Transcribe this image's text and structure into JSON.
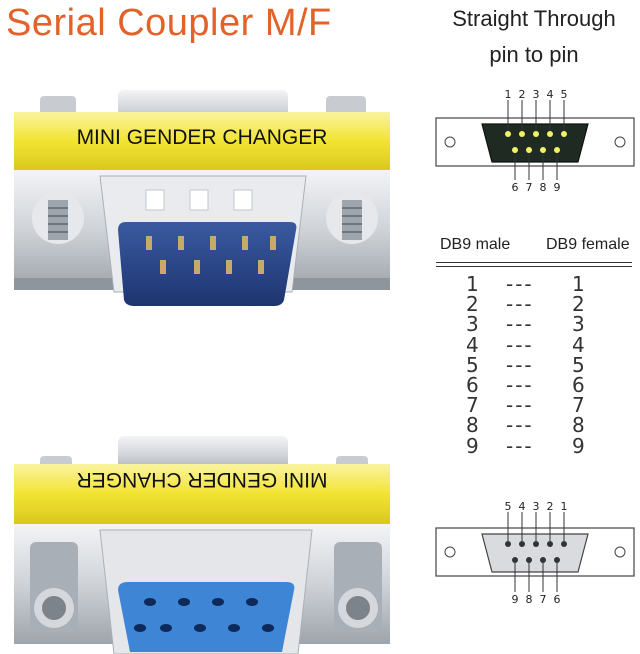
{
  "title": "Serial Coupler M/F",
  "subtitle_line1": "Straight Through",
  "subtitle_line2": "pin to pin",
  "label_top": "MINI GENDER CHANGER",
  "label_bottom": "MINI GENDER CHANGER",
  "male_pinout": {
    "top_pins": [
      "1",
      "2",
      "3",
      "4",
      "5"
    ],
    "bottom_pins": [
      "6",
      "7",
      "8",
      "9"
    ]
  },
  "female_pinout": {
    "top_pins": [
      "5",
      "4",
      "3",
      "2",
      "1"
    ],
    "bottom_pins": [
      "9",
      "8",
      "7",
      "6"
    ]
  },
  "table": {
    "col_left": "DB9 male",
    "col_right": "DB9 female",
    "separator": "---",
    "rows": [
      {
        "left": "1",
        "right": "1"
      },
      {
        "left": "2",
        "right": "2"
      },
      {
        "left": "3",
        "right": "3"
      },
      {
        "left": "4",
        "right": "4"
      },
      {
        "left": "5",
        "right": "5"
      },
      {
        "left": "6",
        "right": "6"
      },
      {
        "left": "7",
        "right": "7"
      },
      {
        "left": "8",
        "right": "8"
      },
      {
        "left": "9",
        "right": "9"
      }
    ]
  },
  "colors": {
    "title": "#e2622a",
    "label_band": "#f2e432",
    "male_shell": "#2c4a8c",
    "female_insert": "#3f85d6",
    "metal": "#d4d7dc"
  }
}
